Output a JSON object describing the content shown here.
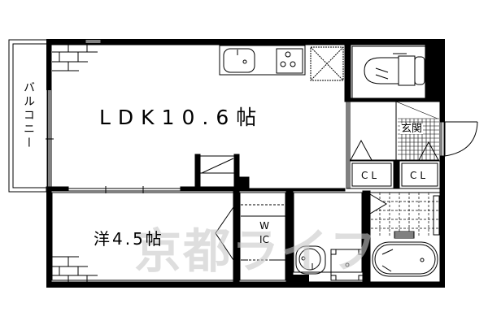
{
  "plan": {
    "rooms": {
      "ldk": {
        "label": "LDK10.6帖",
        "type": "living-dining-kitchen",
        "size_jo": 10.6
      },
      "western": {
        "label": "洋4.5帖",
        "type": "western-room",
        "size_jo": 4.5
      },
      "balcony": {
        "label": "バルコニー",
        "type": "balcony"
      },
      "wic": {
        "label": "WIC",
        "type": "walk-in-closet"
      },
      "entrance": {
        "label": "玄関",
        "type": "entrance"
      },
      "closet1": {
        "label": "CL",
        "type": "closet"
      },
      "closet2": {
        "label": "CL",
        "type": "closet"
      }
    },
    "fixtures": [
      "kitchen-sink",
      "gas-stove",
      "refrigerator-space",
      "toilet",
      "washbasin",
      "washing-machine-space",
      "bathtub",
      "stairs-storage"
    ],
    "watermark": "京都ライフ"
  },
  "colors": {
    "wall": "#000000",
    "background": "#ffffff",
    "watermark": "#c8c8c8"
  }
}
